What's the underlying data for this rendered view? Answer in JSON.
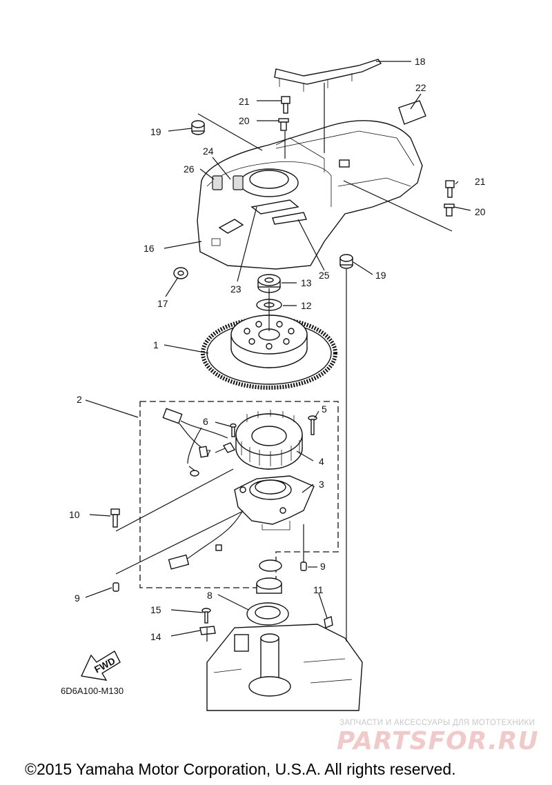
{
  "callouts": [
    {
      "num": "1"
    },
    {
      "num": "2"
    },
    {
      "num": "3"
    },
    {
      "num": "4"
    },
    {
      "num": "5"
    },
    {
      "num": "6"
    },
    {
      "num": "7"
    },
    {
      "num": "8"
    },
    {
      "num": "9"
    },
    {
      "num": "9"
    },
    {
      "num": "10"
    },
    {
      "num": "11"
    },
    {
      "num": "12"
    },
    {
      "num": "13"
    },
    {
      "num": "14"
    },
    {
      "num": "15"
    },
    {
      "num": "16"
    },
    {
      "num": "17"
    },
    {
      "num": "18"
    },
    {
      "num": "19"
    },
    {
      "num": "19"
    },
    {
      "num": "20"
    },
    {
      "num": "20"
    },
    {
      "num": "21"
    },
    {
      "num": "21"
    },
    {
      "num": "22"
    },
    {
      "num": "23"
    },
    {
      "num": "24"
    },
    {
      "num": "25"
    },
    {
      "num": "26"
    }
  ],
  "fwd_label": "FWD",
  "diagram_code": "6D6A100-M130",
  "watermark_line1": "ЗАПЧАСТИ И АКСЕССУАРЫ ДЛЯ МОТОТЕХНИКИ",
  "watermark_logo": "PARTSFOR.RU",
  "copyright": "©2015 Yamaha Motor Corporation, U.S.A. All rights reserved."
}
